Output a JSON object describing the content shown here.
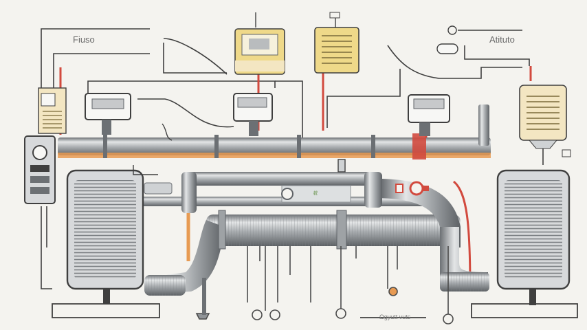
{
  "labels": {
    "top_left": "Fiuso",
    "top_right": "Atituto",
    "middle_pipe": "ℓℓ",
    "bottom_caption": "Ωgyutt vuts"
  },
  "colors": {
    "pipe_gray": "#8f9397",
    "pipe_dark": "#5f6367",
    "pipe_light": "#d9dbdc",
    "accent_red": "#d24a3e",
    "accent_orange": "#e79a52",
    "panel_yellow": "#efd989",
    "panel_beige": "#f3e6c2",
    "wire": "#3f3f3f",
    "background": "#f4f3ef"
  },
  "icons": [
    "control-box-icon",
    "radiator-icon",
    "gauge-icon",
    "valve-icon",
    "thermometer-icon"
  ]
}
